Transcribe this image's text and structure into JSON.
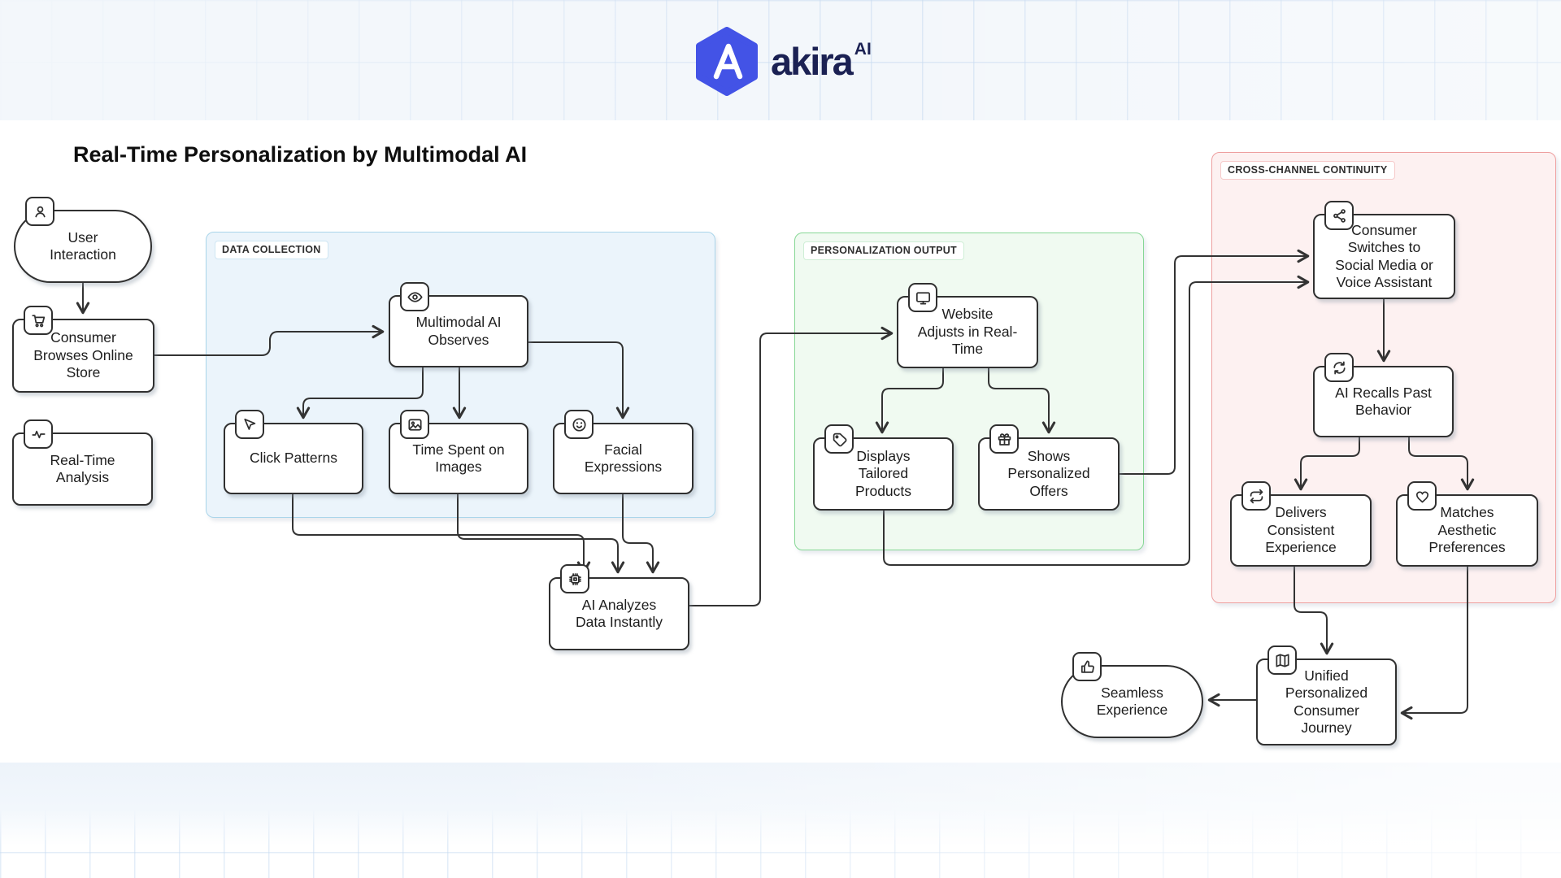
{
  "header": {
    "brand": "akira",
    "brand_suffix": "AI"
  },
  "title": "Real-Time Personalization by Multimodal AI",
  "colors": {
    "logo_blue": "#4353e6",
    "brand_navy": "#1b2153",
    "node_border": "#303030",
    "connector": "#333333",
    "data_collection_bg": "#ebf4fb",
    "data_collection_border": "#aad5ea",
    "personalization_bg": "#f0faf1",
    "personalization_border": "#86d795",
    "cross_channel_bg": "#fdf1f1",
    "cross_channel_border": "#ee9f9f"
  },
  "groups": {
    "data_collection": {
      "label": "DATA COLLECTION"
    },
    "personalization_output": {
      "label": "PERSONALIZATION OUTPUT"
    },
    "cross_channel_continuity": {
      "label": "CROSS-CHANNEL CONTINUITY"
    }
  },
  "nodes": {
    "user_interaction": {
      "label": "User\nInteraction",
      "icon": "user-icon",
      "shape": "stadium"
    },
    "consumer_browses": {
      "label": "Consumer\nBrowses Online\nStore",
      "icon": "shopping-cart-icon",
      "shape": "rect"
    },
    "realtime_analysis": {
      "label": "Real-Time\nAnalysis",
      "icon": "activity-pulse-icon",
      "shape": "rect"
    },
    "multimodal_observes": {
      "label": "Multimodal AI\nObserves",
      "icon": "eye-icon",
      "shape": "rect"
    },
    "click_patterns": {
      "label": "Click Patterns",
      "icon": "cursor-icon",
      "shape": "rect"
    },
    "time_spent": {
      "label": "Time Spent on\nImages",
      "icon": "image-icon",
      "shape": "rect"
    },
    "facial_expressions": {
      "label": "Facial\nExpressions",
      "icon": "smiley-icon",
      "shape": "rect"
    },
    "ai_analyzes": {
      "label": "AI Analyzes\nData Instantly",
      "icon": "cpu-icon",
      "shape": "rect"
    },
    "website_adjusts": {
      "label": "Website\nAdjusts in Real-\nTime",
      "icon": "monitor-icon",
      "shape": "rect"
    },
    "displays_tailored": {
      "label": "Displays\nTailored\nProducts",
      "icon": "tag-icon",
      "shape": "rect"
    },
    "shows_offers": {
      "label": "Shows\nPersonalized\nOffers",
      "icon": "gift-icon",
      "shape": "rect"
    },
    "consumer_switches": {
      "label": "Consumer\nSwitches to\nSocial Media or\nVoice Assistant",
      "icon": "share-icon",
      "shape": "rect"
    },
    "ai_recalls": {
      "label": "AI Recalls Past\nBehavior",
      "icon": "sync-icon",
      "shape": "rect"
    },
    "delivers_consistent": {
      "label": "Delivers\nConsistent\nExperience",
      "icon": "repeat-icon",
      "shape": "rect"
    },
    "matches_aesthetic": {
      "label": "Matches\nAesthetic\nPreferences",
      "icon": "heart-icon",
      "shape": "rect"
    },
    "seamless_experience": {
      "label": "Seamless\nExperience",
      "icon": "thumbs-up-icon",
      "shape": "stadium"
    },
    "unified_journey": {
      "label": "Unified\nPersonalized\nConsumer\nJourney",
      "icon": "map-icon",
      "shape": "rect"
    }
  },
  "edges": [
    {
      "from": "user_interaction",
      "to": "consumer_browses"
    },
    {
      "from": "consumer_browses",
      "to": "multimodal_observes"
    },
    {
      "from": "multimodal_observes",
      "to": "click_patterns"
    },
    {
      "from": "multimodal_observes",
      "to": "time_spent"
    },
    {
      "from": "multimodal_observes",
      "to": "facial_expressions"
    },
    {
      "from": "click_patterns",
      "to": "ai_analyzes"
    },
    {
      "from": "time_spent",
      "to": "ai_analyzes"
    },
    {
      "from": "facial_expressions",
      "to": "ai_analyzes"
    },
    {
      "from": "ai_analyzes",
      "to": "website_adjusts"
    },
    {
      "from": "website_adjusts",
      "to": "displays_tailored"
    },
    {
      "from": "website_adjusts",
      "to": "shows_offers"
    },
    {
      "from": "shows_offers",
      "to": "consumer_switches"
    },
    {
      "from": "displays_tailored",
      "to": "consumer_switches"
    },
    {
      "from": "consumer_switches",
      "to": "ai_recalls"
    },
    {
      "from": "ai_recalls",
      "to": "delivers_consistent"
    },
    {
      "from": "ai_recalls",
      "to": "matches_aesthetic"
    },
    {
      "from": "delivers_consistent",
      "to": "unified_journey"
    },
    {
      "from": "matches_aesthetic",
      "to": "unified_journey"
    },
    {
      "from": "unified_journey",
      "to": "seamless_experience"
    }
  ]
}
